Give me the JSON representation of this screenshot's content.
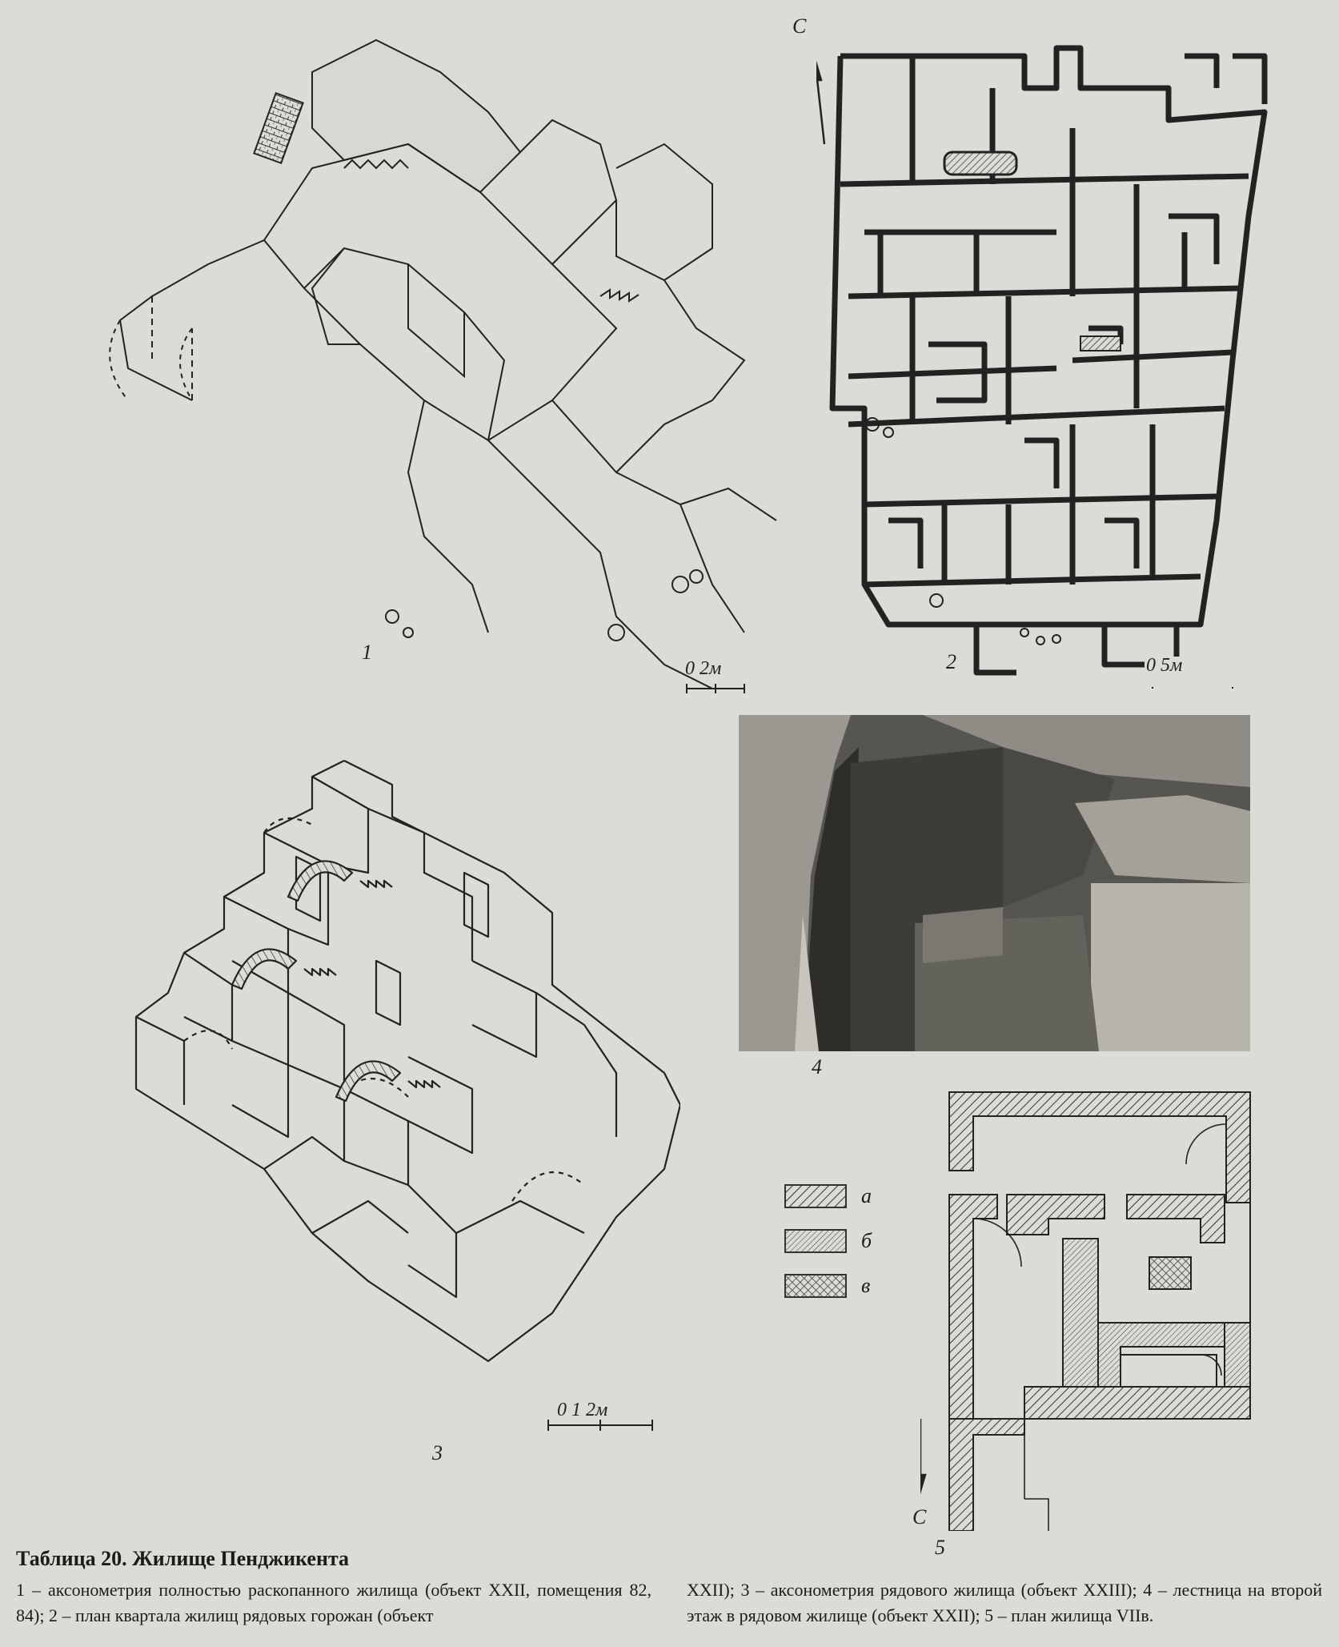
{
  "figures": {
    "f1": {
      "number": "1",
      "scale": "0    2м"
    },
    "f2": {
      "number": "2",
      "scale": "0    5м",
      "north": "С"
    },
    "f3": {
      "number": "3",
      "scale": "0   1   2м"
    },
    "f4": {
      "number": "4"
    },
    "f5": {
      "number": "5",
      "north": "С"
    }
  },
  "legend": [
    {
      "label": "а",
      "pattern": "diag"
    },
    {
      "label": "б",
      "pattern": "diag-fine"
    },
    {
      "label": "в",
      "pattern": "cross"
    }
  ],
  "caption": {
    "title": "Таблица 20. Жилище Пенджикента",
    "left": "1 – аксонометрия полностью раскопанного жилища (объект XXII, помещения 82, 84); 2 – план квартала жилищ рядовых горожан (объект",
    "right": "XXII); 3 – аксонометрия рядового жилища (объект XXIII); 4 – лестница на второй этаж в рядовом жилище (объект XXII); 5 – план жилища VIIв."
  }
}
